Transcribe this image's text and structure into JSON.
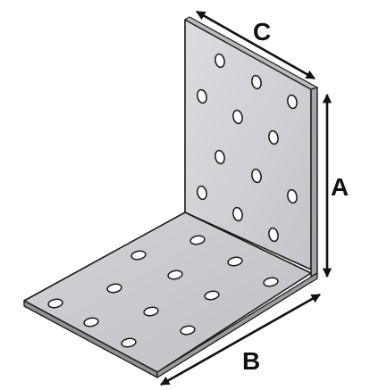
{
  "labels": {
    "a": "A",
    "b": "B",
    "c": "C"
  },
  "colors": {
    "plate_face": "#c8c9cb",
    "plate_face_light": "#d9dadc",
    "plate_edge": "#9ea0a3",
    "outline": "#1a1a1a",
    "hole": "#ffffff",
    "arrow": "#111111"
  }
}
